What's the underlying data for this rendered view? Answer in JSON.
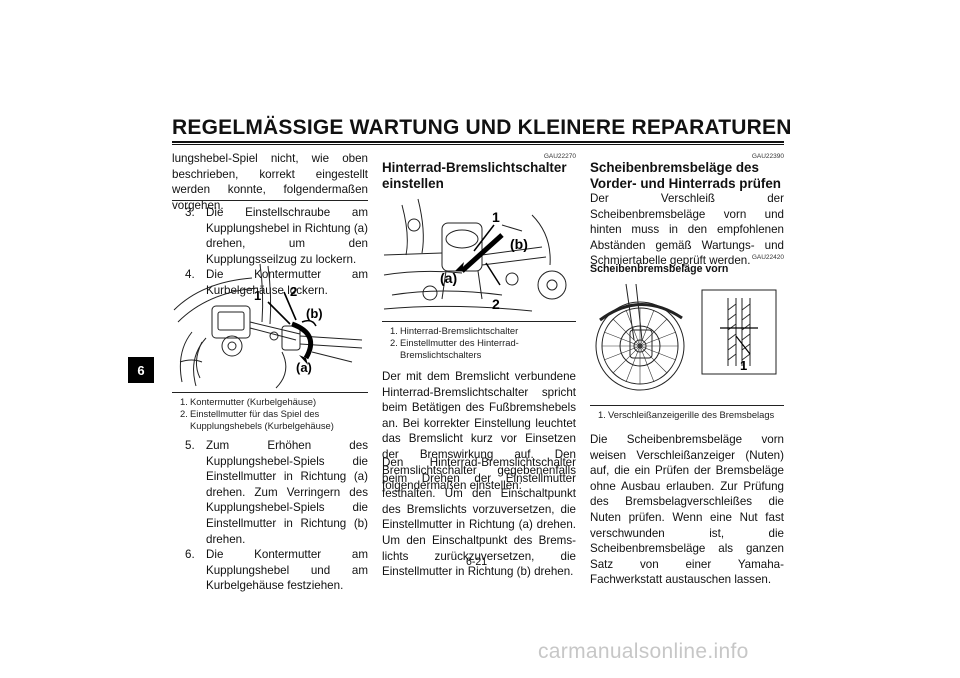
{
  "page": {
    "title": "REGELMÄSSIGE WARTUNG UND KLEINERE REPARATUREN",
    "chapter_tab": "6",
    "page_number": "6-21",
    "watermark": "carmanualsonline.info"
  },
  "col1": {
    "intro": "lungshebel-Spiel nicht, wie oben beschrie­ben, korrekt eingestellt werden konnte, folgendermaßen vorgehen.",
    "steps_a": [
      {
        "num": "3.",
        "text": "Die Einstellschraube am Kupplungs­hebel in Richtung (a) drehen, um den Kupplungsseilzug zu lockern."
      },
      {
        "num": "4.",
        "text": "Die Kontermutter am Kurbelgehäuse lockern."
      }
    ],
    "figure_labels": {
      "one": "1",
      "two": "2",
      "a": "(a)",
      "b": "(b)"
    },
    "captions": [
      {
        "num": "1.",
        "text": "Kontermutter (Kurbelgehäuse)"
      },
      {
        "num": "2.",
        "text": "Einstellmutter für das Spiel des Kupplungshebels (Kurbelgehäuse)"
      }
    ],
    "steps_b": [
      {
        "num": "5.",
        "text": "Zum Erhöhen des Kupplungshe­bel-Spiels die Einstellmutter in Rich­tung (a) drehen. Zum Verringern des Kupplungshebel-Spiels die Einstell­mutter in Richtung (b) drehen."
      },
      {
        "num": "6.",
        "text": "Die Kontermutter am Kupplungshebel und am Kurbelgehäuse festziehen."
      }
    ]
  },
  "col2": {
    "code": "GAU22270",
    "heading": "Hinterrad-Bremslichtschalter einstellen",
    "figure_labels": {
      "one": "1",
      "two": "2",
      "a": "(a)",
      "b": "(b)"
    },
    "captions": [
      {
        "num": "1.",
        "text": "Hinterrad-Bremslichtschalter"
      },
      {
        "num": "2.",
        "text": "Einstellmutter des Hinterrad-Bremslichtschalters"
      }
    ],
    "body": "Der mit dem Bremslicht verbundene Hinter­rad-Bremslichtschalter spricht beim Betäti­gen des Fußbremshebels an. Bei korrekter Einstellung leuchtet das Bremslicht kurz vor Einsetzen der Bremswirkung auf. Den Bremslichtschalter gegebenenfalls folgen­dermaßen einstellen:",
    "body2": "Den Hinterrad-Bremslichtschalter beim Drehen der Einstellmutter festhalten. Um den Einschaltpunkt des Bremslichts vorzu­versetzen, die Einstellmutter in Richtung (a) drehen. Um den Einschaltpunkt des Brems­lichts zurückzuversetzen, die Einstellmutter in Richtung (b) drehen."
  },
  "col3": {
    "code": "GAU22390",
    "heading": "Scheibenbremsbeläge des Vorder- und Hinterrads prüfen",
    "intro": "Der Verschleiß der Scheibenbremsbeläge vorn und hinten muss in den empfohlenen Abständen gemäß Wartungs- und Schmier­tabelle geprüft werden.",
    "code2": "GAU22420",
    "subheading": "Scheibenbremsbeläge vorn",
    "figure_labels": {
      "one": "1"
    },
    "captions": [
      {
        "num": "1.",
        "text": "Verschleißanzeigerille des Bremsbelags"
      }
    ],
    "body": "Die Scheibenbremsbeläge vorn weisen Verschleißanzeiger (Nuten) auf, die ein Prüfen der Bremsbeläge ohne Ausbau er­lauben. Zur Prüfung des Bremsbelagver­schleißes die Nuten prüfen. Wenn eine Nut fast verschwunden ist, die Scheibenbrems­beläge als ganzen Satz von einer Yamaha-Fachwerkstatt austauschen las­sen."
  }
}
